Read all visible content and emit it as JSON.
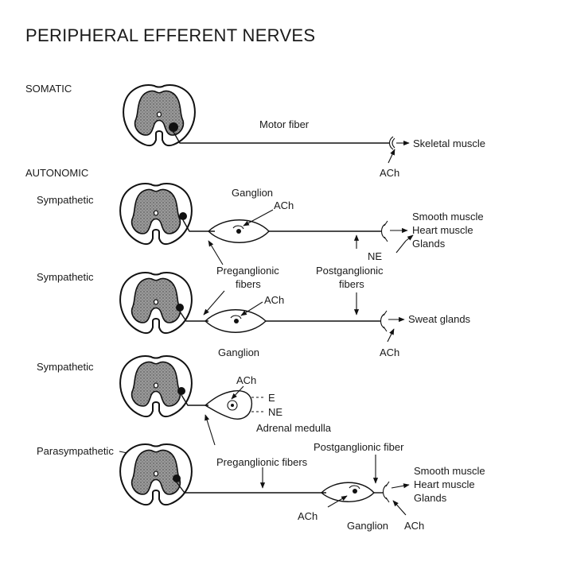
{
  "title": "PERIPHERAL EFFERENT NERVES",
  "sections": {
    "somatic": "SOMATIC",
    "autonomic": "AUTONOMIC"
  },
  "rows": {
    "somatic": {
      "fiber_label": "Motor fiber",
      "target": "Skeletal muscle",
      "transmitter": "ACh"
    },
    "symp1": {
      "name": "Sympathetic",
      "ganglion": "Ganglion",
      "ganglion_ach": "ACh",
      "targets": [
        "Smooth muscle",
        "Heart muscle",
        "Glands"
      ],
      "transmitter": "NE"
    },
    "shared_labels": {
      "preganglionic": [
        "Preganglionic",
        "fibers"
      ],
      "postganglionic": [
        "Postganglionic",
        "fibers"
      ]
    },
    "symp2": {
      "name": "Sympathetic",
      "ganglion_ach": "ACh",
      "ganglion": "Ganglion",
      "target": "Sweat glands",
      "transmitter": "ACh"
    },
    "symp3": {
      "name": "Sympathetic",
      "ach": "ACh",
      "e": "E",
      "ne": "NE",
      "organ": "Adrenal medulla"
    },
    "para": {
      "name": "Parasympathetic",
      "preganglionic": "Preganglionic fibers",
      "postganglionic": "Postganglionic fiber",
      "targets": [
        "Smooth muscle",
        "Heart muscle",
        "Glands"
      ],
      "ganglion_ach": "ACh",
      "ganglion": "Ganglion",
      "transmitter": "ACh"
    }
  }
}
